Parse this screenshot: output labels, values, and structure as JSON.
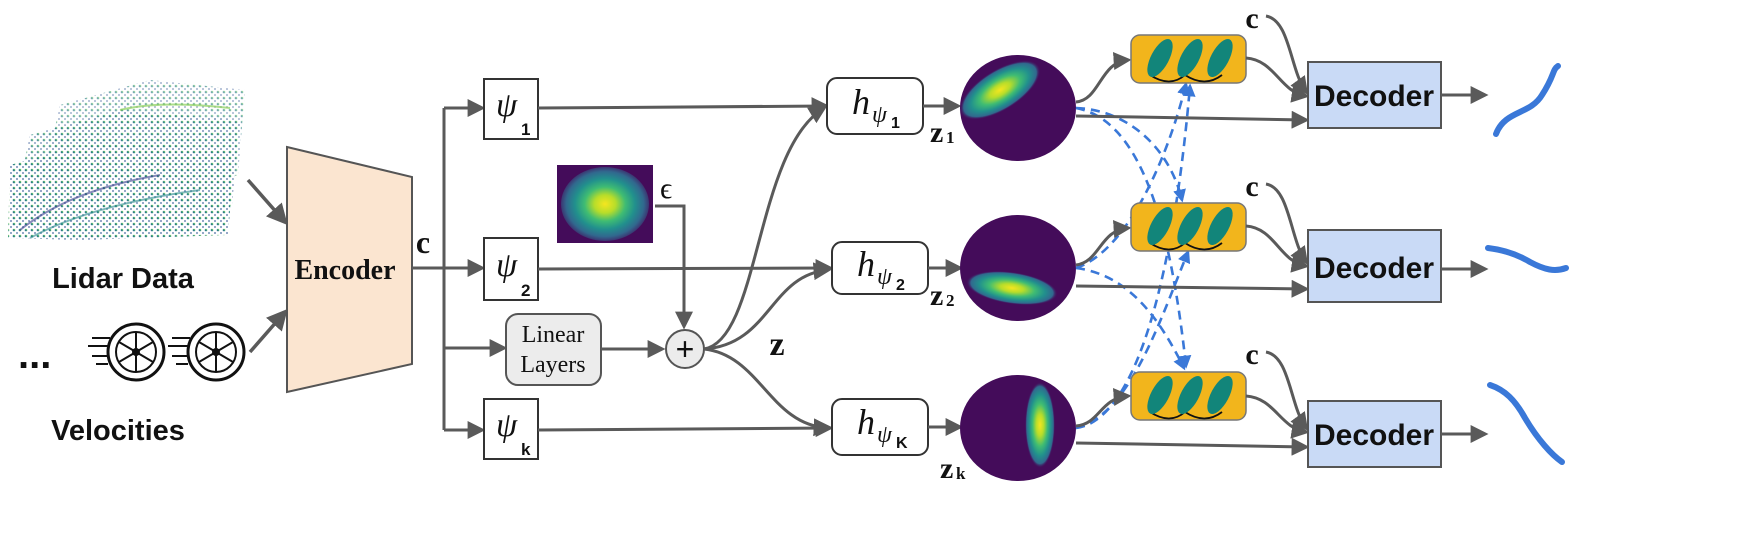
{
  "inputs": {
    "lidar_label": "Lidar Data",
    "velocities_label": "Velocities",
    "ellipsis": "..."
  },
  "encoder": {
    "label": "Encoder",
    "output_symbol": "c"
  },
  "psi_boxes": [
    {
      "symbol": "ψ",
      "subscript": "1"
    },
    {
      "symbol": "ψ",
      "subscript": "2"
    },
    {
      "symbol": "ψ",
      "subscript": "k"
    }
  ],
  "noise": {
    "symbol": "ϵ"
  },
  "linear": {
    "line1": "Linear",
    "line2": "Layers"
  },
  "sum": {
    "symbol": "+"
  },
  "latent": {
    "symbol": "z"
  },
  "h_boxes": [
    {
      "symbol": "h",
      "sub_greek": "ψ",
      "sub_index": "1"
    },
    {
      "symbol": "h",
      "sub_greek": "ψ",
      "sub_index": "2"
    },
    {
      "symbol": "h",
      "sub_greek": "ψ",
      "sub_index": "K"
    }
  ],
  "z_outputs": [
    {
      "symbol": "z",
      "subscript": "1"
    },
    {
      "symbol": "z",
      "subscript": "2"
    },
    {
      "symbol": "z",
      "subscript": "k"
    }
  ],
  "decoders": [
    {
      "label": "Decoder",
      "context": "c"
    },
    {
      "label": "Decoder",
      "context": "c"
    },
    {
      "label": "Decoder",
      "context": "c"
    }
  ],
  "colors": {
    "arrow": "#5a5a5a",
    "encoder_fill": "#fbe5d0",
    "decoder_fill": "#c9daf6",
    "flow_fill": "#f2b51c",
    "flow_cell": "#12857a",
    "dashed": "#3a78d8",
    "trajectory": "#3a78d8",
    "viridis_dark": "#440c5a"
  }
}
